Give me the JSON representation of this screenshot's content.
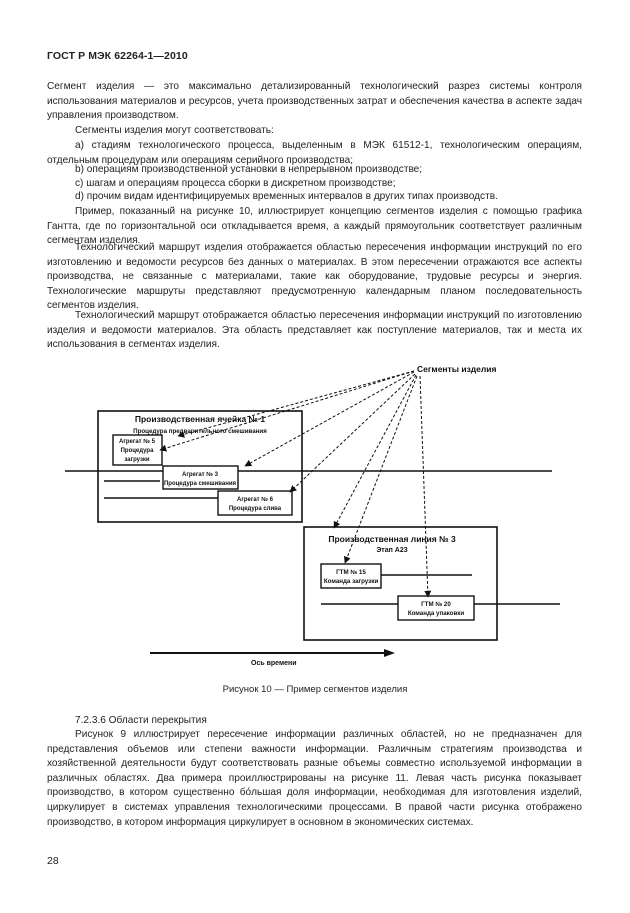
{
  "header": {
    "title": "ГОСТ Р МЭК 62264-1—2010"
  },
  "body": {
    "p1": "Сегмент изделия — это максимально детализированный технологический разрез системы контроля использования материалов и ресурсов, учета производственных затрат и обеспечения качества в аспекте задач управления производством.",
    "p2": "Сегменты изделия могут соответствовать:",
    "list_a": "a) стадиям технологического процесса, выделенным в МЭК 61512-1, технологическим операциям, отдельным процедурам или операциям серийного производства;",
    "list_b": "b) операциям производственной установки в непрерывном производстве;",
    "list_c": "c) шагам и операциям процесса сборки в дискретном производстве;",
    "list_d": "d) прочим видам идентифицируемых временных интервалов в других типах производств.",
    "p3": "Пример, показанный на рисунке 10, иллюстрирует концепцию сегментов изделия с помощью графика Гантта, где по горизонтальной оси откладывается время, а каждый прямоугольник соответствует различным сегментам изделия.",
    "p4": "Технологический маршрут изделия отображается областью пересечения информации инструкций по его изготовлению и ведомости ресурсов без данных о материалах. В этом пересечении отражаются все аспекты производства, не связанные с материалами, такие как оборудование, трудовые ресурсы и энергия. Технологические маршруты представляют предусмотренную календарным планом последовательность сегментов изделия.",
    "p5": "Технологический маршрут отображается областью пересечения информации инструкций по изготовлению изделия и ведомости материалов. Эта область представляет как поступление материалов, так и места их использования в сегментах изделия.",
    "section": "7.2.3.6 Области перекрытия",
    "p6": "Рисунок 9 иллюстрирует пересечение информации различных областей, но не предназначен для представления объемов или степени важности информации. Различным стратегиям производства и хозяйственной деятельности будут соответствовать разные объемы совместно используемой информации в различных областях. Два примера проиллюстрированы на рисунке 11. Левая часть рисунка показывает производство, в котором существенно бо́льшая доля информации, необходимая для изготовления изделий, циркулирует в системах управления технологическими процессами. В правой части рисунка отображено производство, в котором информация циркулирует в основном в экономических системах."
  },
  "figure": {
    "segments_label": "Сегменты изделия",
    "cell_title": "Производственная ячейка № 1",
    "cell_subtitle": "Процедура предварительного смешивания",
    "agg5_line1": "Агрегат № 5",
    "agg5_line2": "Процедура",
    "agg5_line3": "загрузки",
    "agg3_line1": "Агрегат № 3",
    "agg3_line2": "Процедура смешивания",
    "agg6_line1": "Агрегат № 6",
    "agg6_line2": "Процедура слива",
    "line_title": "Производственная линия № 3",
    "line_subtitle": "Этап А23",
    "gtm15_line1": "ГТМ № 15",
    "gtm15_line2": "Команда загрузки",
    "gtm20_line1": "ГТМ № 20",
    "gtm20_line2": "Команда упаковки",
    "time_axis": "Ось времени"
  },
  "caption": "Рисунок 10 — Пример сегментов изделия",
  "page_number": "28"
}
